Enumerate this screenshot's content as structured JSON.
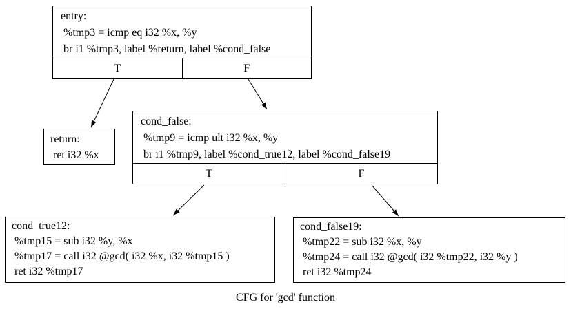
{
  "caption": "CFG for 'gcd' function",
  "nodes": {
    "entry": {
      "lines": [
        "entry:",
        " %tmp3 = icmp eq i32 %x, %y",
        " br i1 %tmp3, label %return, label %cond_false"
      ],
      "ports": [
        "T",
        "F"
      ]
    },
    "return": {
      "lines": [
        "return:",
        " ret i32 %x"
      ]
    },
    "cond_false": {
      "lines": [
        "cond_false:",
        " %tmp9 = icmp ult i32 %x, %y",
        " br i1 %tmp9, label %cond_true12, label %cond_false19"
      ],
      "ports": [
        "T",
        "F"
      ]
    },
    "cond_true12": {
      "lines": [
        "cond_true12:",
        " %tmp15 = sub i32 %y, %x",
        " %tmp17 = call i32 @gcd( i32 %x, i32 %tmp15 )",
        " ret i32 %tmp17"
      ]
    },
    "cond_false19": {
      "lines": [
        "cond_false19:",
        " %tmp22 = sub i32 %x, %y",
        " %tmp24 = call i32 @gcd( i32 %tmp22, i32 %y )",
        " ret i32 %tmp24"
      ]
    }
  },
  "edges": [
    {
      "from": "entry",
      "branch": "T",
      "to": "return"
    },
    {
      "from": "entry",
      "branch": "F",
      "to": "cond_false"
    },
    {
      "from": "cond_false",
      "branch": "T",
      "to": "cond_true12"
    },
    {
      "from": "cond_false",
      "branch": "F",
      "to": "cond_false19"
    }
  ],
  "colors": {
    "background": "#ffffff",
    "node_fill": "#ffffff",
    "node_border": "#000000",
    "edge": "#000000",
    "text": "#000000"
  }
}
